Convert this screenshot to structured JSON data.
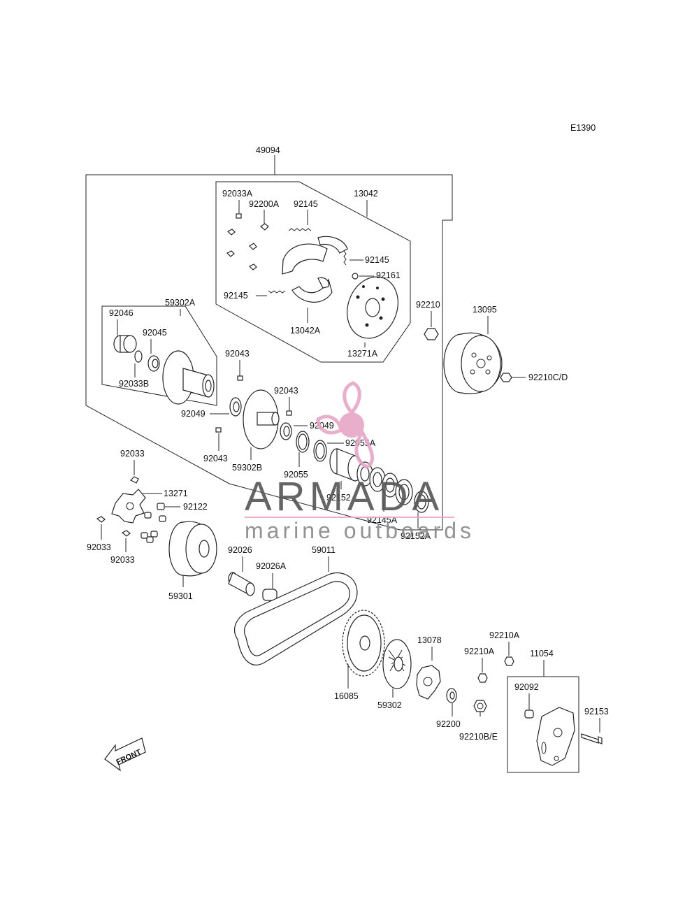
{
  "diagram_code": "E1390",
  "labels": {
    "l49094": "49094",
    "l13042": "13042",
    "l92033A": "92033A",
    "l92200A": "92200A",
    "l92145a": "92145",
    "l92145b": "92145",
    "l92145c": "92145",
    "l92161": "92161",
    "l13042A": "13042A",
    "l13271A": "13271A",
    "l92210": "92210",
    "l13095": "13095",
    "l92210CD": "92210C/D",
    "l59302A": "59302A",
    "l92046": "92046",
    "l92045": "92045",
    "l92033B": "92033B",
    "l92043a": "92043",
    "l92043b": "92043",
    "l92043c": "92043",
    "l92049a": "92049",
    "l92049b": "92049",
    "l92055A": "92055A",
    "l92055": "92055",
    "l59302B": "59302B",
    "l92152": "92152",
    "l92145A": "92145A",
    "l92152A": "92152A",
    "l92033a": "92033",
    "l13271": "13271",
    "l92122": "92122",
    "l92033b": "92033",
    "l92033c": "92033",
    "l59301": "59301",
    "l92026": "92026",
    "l92026A": "92026A",
    "l59011": "59011",
    "l16085": "16085",
    "l59302": "59302",
    "l13078": "13078",
    "l92200": "92200",
    "l92210Aa": "92210A",
    "l92210Ab": "92210A",
    "l92210BE": "92210B/E",
    "l11054": "11054",
    "l92092": "92092",
    "l92153": "92153",
    "front": "FRONT"
  },
  "watermark": {
    "brand": "ARMADA",
    "tagline": "marine outboards",
    "color_pink": "#e8a6c8",
    "color_text": "#555555"
  }
}
